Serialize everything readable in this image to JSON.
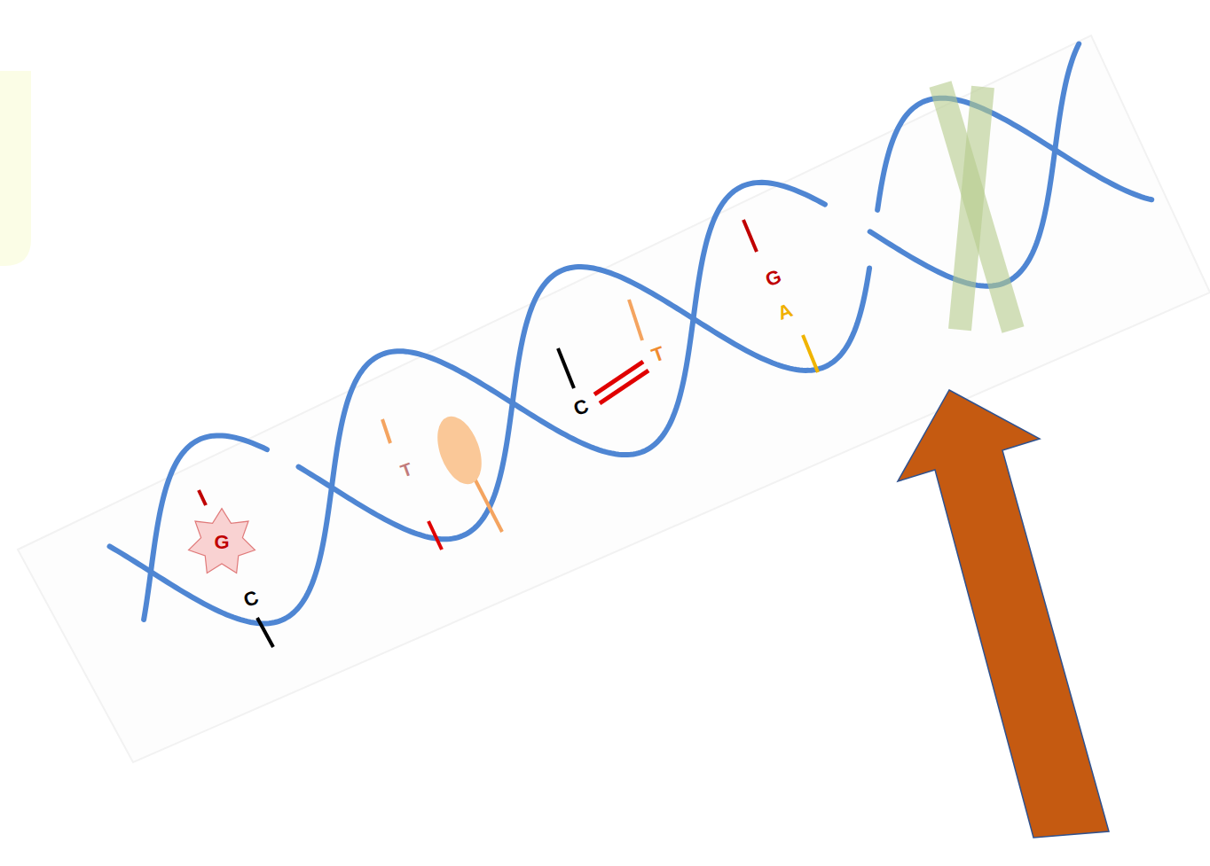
{
  "diagram": {
    "nodes": [
      {
        "text": [
          "G"
        ]
      }
    ],
    "labels": [
      "C",
      "T",
      "C",
      "T",
      "G",
      "A"
    ]
  }
}
